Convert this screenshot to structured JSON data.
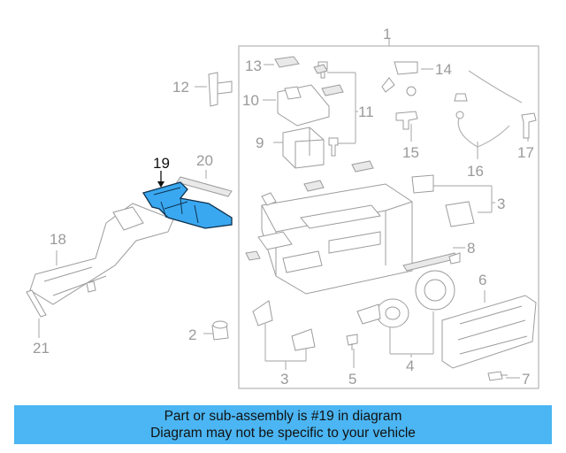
{
  "callouts": {
    "c1": "1",
    "c2": "2",
    "c3a": "3",
    "c3b": "3",
    "c4": "4",
    "c5": "5",
    "c6": "6",
    "c7": "7",
    "c8": "8",
    "c9": "9",
    "c10": "10",
    "c11": "11",
    "c12": "12",
    "c13": "13",
    "c14": "14",
    "c15": "15",
    "c16": "16",
    "c17": "17",
    "c18": "18",
    "c19": "19",
    "c20": "20",
    "c21": "21"
  },
  "highlight_color": "#3aa8f0",
  "banner": {
    "line1": "Part or sub-assembly is #19 in diagram",
    "line2": "Diagram may not be specific to your vehicle",
    "color": "#4bb6f3"
  }
}
